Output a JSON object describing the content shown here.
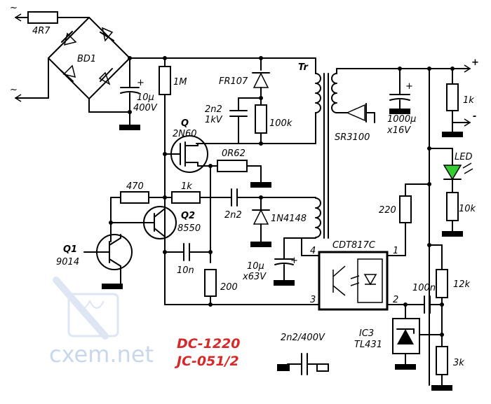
{
  "colors": {
    "title_red": "#d42a2a",
    "led_green": "#33cc33",
    "watermark": "#c9d7ec",
    "wire": "#000000"
  },
  "watermark": {
    "text": "cxem.net"
  },
  "title": {
    "line1": "DC-1220",
    "line2": "JC-051/2"
  },
  "terminals": {
    "ac_top": "~",
    "ac_bottom": "~",
    "out_plus": "+",
    "out_minus": "-"
  },
  "labels": {
    "r_in": "4R7",
    "bridge": "BD1",
    "cap_in_value": "10µ",
    "cap_in_voltage": "400V",
    "cap_plus": "+",
    "r_1m": "1M",
    "diode_fr": "FR107",
    "cap_snub_value": "2n2",
    "cap_snub_voltage": "1kV",
    "r_100k": "100k",
    "transformer": "Tr",
    "mosfet_ref": "Q",
    "mosfet_type": "2N60",
    "r_sense": "0R62",
    "r_470": "470",
    "r_1k_base": "1k",
    "cap_fb": "2n2",
    "diode_1n": "1N4148",
    "q2_ref": "Q2",
    "q2_type": "8550",
    "q1_ref": "Q1",
    "q1_type": "9014",
    "cap_10n": "10n",
    "r_200": "200",
    "cap_aux_value": "10µ",
    "cap_aux_voltage": "x63V",
    "aux_plus": "+",
    "diode_sr": "SR3100",
    "cap_out_value": "1000µ",
    "cap_out_voltage": "x16V",
    "out_plus_cap": "+",
    "r_1k_out": "1k",
    "led": "LED",
    "r_10k": "10k",
    "r_220": "220",
    "opto": "CDT817C",
    "pin4": "4",
    "pin3": "3",
    "pin1": "1",
    "pin2": "2",
    "cap_100n": "100n",
    "r_12k": "12k",
    "ic3_ref": "IC3",
    "ic3_type": "TL431",
    "r_3k": "3k",
    "cap_y": "2n2/400V"
  }
}
